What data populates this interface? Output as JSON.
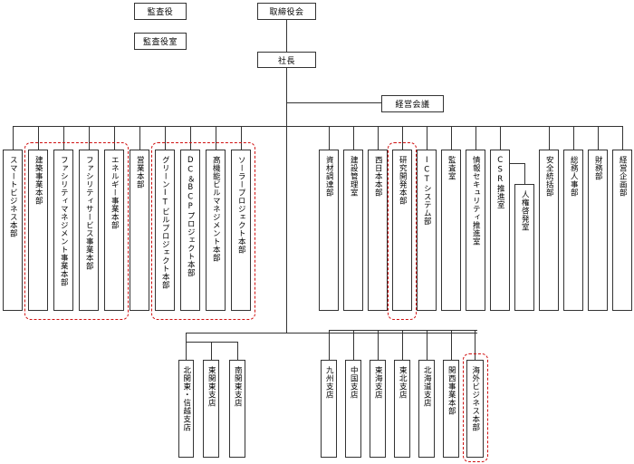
{
  "nodes": {
    "auditor": "監査役",
    "audit_office": "監査役室",
    "board": "取締役会",
    "president": "社長",
    "management_council": "経営会議",
    "left_divisions": [
      "スマートビジネス本部",
      "建築事業本部",
      "ファシリティマネジメント事業本部",
      "ファシリティサービス事業本部",
      "エネルギー事業本部",
      "営業本部",
      "グリーンITビルプロジェクト本部",
      "DC＆BCPプロジェクト本部",
      "高機能ビルマネジメント本部",
      "ソーラープロジェクト本部"
    ],
    "right_divisions": [
      "資材調達部",
      "建設管理室",
      "西日本本部",
      "研究開発本部",
      "ICTシステム部",
      "監査室",
      "情報セキュリティ推進室",
      "CSR推進室",
      "人権啓発室",
      "安全統括部",
      "総務人事部",
      "財務部",
      "経営企画部"
    ],
    "east_branches": [
      "北関東・信越支店",
      "東関東支店",
      "南関東支店"
    ],
    "west_branches": [
      "九州支店",
      "中国支店",
      "東海支店",
      "東北支店",
      "北海道支店",
      "関西事業本部",
      "海外ビジネス本部"
    ]
  },
  "colors": {
    "line": "#333333",
    "highlight": "#d01010",
    "background": "#ffffff"
  }
}
